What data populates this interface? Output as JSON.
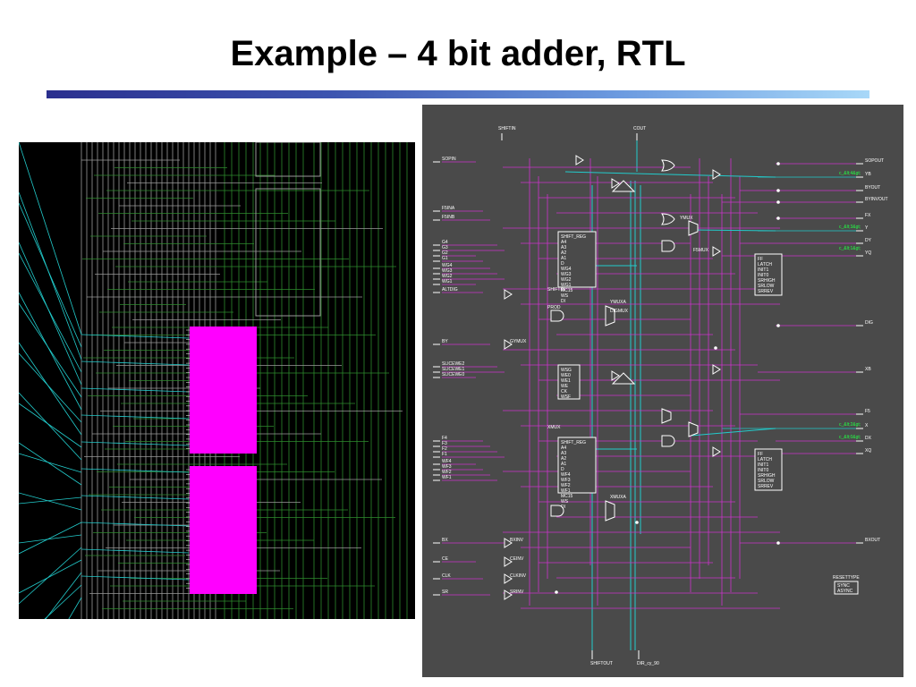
{
  "slide": {
    "title": "Example – 4 bit adder, RTL"
  },
  "colors": {
    "title_bar_start": "#2a2f8e",
    "title_bar_end": "#a8d8f8",
    "layout_bg": "#000000",
    "layout_block": "#ff00ff",
    "layout_wire_green": "#2e8b2e",
    "layout_wire_gray": "#9a9a9a",
    "layout_wire_cyan": "#22cccc",
    "schematic_bg": "#4a4a4a",
    "schematic_wire_magenta": "#cc33cc",
    "schematic_wire_cyan": "#22cccc"
  },
  "schematic": {
    "top_pins": [
      "SHIFTIN",
      "COUT"
    ],
    "left_ports": [
      "SOPIN",
      "F5INA",
      "F5INB",
      "G4",
      "G3",
      "G2",
      "G1",
      "WG4",
      "WG3",
      "WG2",
      "WG1",
      "ALTDIG",
      "BY",
      "SLICEWE2",
      "SLICEWE1",
      "SLICEWE0",
      "F4",
      "F3",
      "F2",
      "F1",
      "WF4",
      "WF3",
      "WF2",
      "WF1",
      "BX",
      "CE",
      "CLK",
      "SR"
    ],
    "right_ports": [
      "SOPOUT",
      "YB",
      "BYOUT",
      "BYINVOUT",
      "FX",
      "Y",
      "DY",
      "YQ",
      "DIG",
      "XB",
      "F5",
      "X",
      "DX",
      "XQ",
      "BXOUT"
    ],
    "bottom_pins": [
      "SHIFTOUT",
      "DIR_cy_90"
    ],
    "green_tags": [
      "c_&lt;4&gt;",
      "c_&lt;3&gt;",
      "c_&lt;2&gt;",
      "c_&lt;1&gt;",
      "c_&lt;0&gt;"
    ],
    "block_labels": {
      "lut_g": [
        "SHIFT_REG",
        "A4",
        "A3",
        "A2",
        "A1",
        "D",
        "WG4",
        "WG3",
        "WG2",
        "WG1",
        "MC15",
        "WS",
        "DI"
      ],
      "lut_f": [
        "SHIFT_REG",
        "A4",
        "A3",
        "A2",
        "A1",
        "D",
        "WF4",
        "WF3",
        "WF2",
        "WF1",
        "MC15",
        "WS",
        "DI"
      ],
      "ff_y": [
        "FF",
        "LATCH",
        "INIT1",
        "INIT0",
        "SRHIGH",
        "SRLOW",
        "SRREV"
      ],
      "ff_x": [
        "FF",
        "LATCH",
        "INIT1",
        "INIT0",
        "SRHIGH",
        "SRLOW",
        "SRREV"
      ],
      "wsgen": [
        "WSG",
        "WE0",
        "WE1",
        "WE",
        "CK",
        "WSF"
      ],
      "misc": [
        "SHIFTIN",
        "YMUX",
        "XMUX",
        "F5MUX",
        "GYMUX",
        "BXINV",
        "CEINV",
        "CLKINV",
        "SRINV",
        "DIGMUX",
        "PROD",
        "YMUXA",
        "XMUXA"
      ]
    },
    "resettype": {
      "title": "RESETTYPE",
      "options": [
        "SYNC",
        "ASYNC"
      ]
    }
  }
}
